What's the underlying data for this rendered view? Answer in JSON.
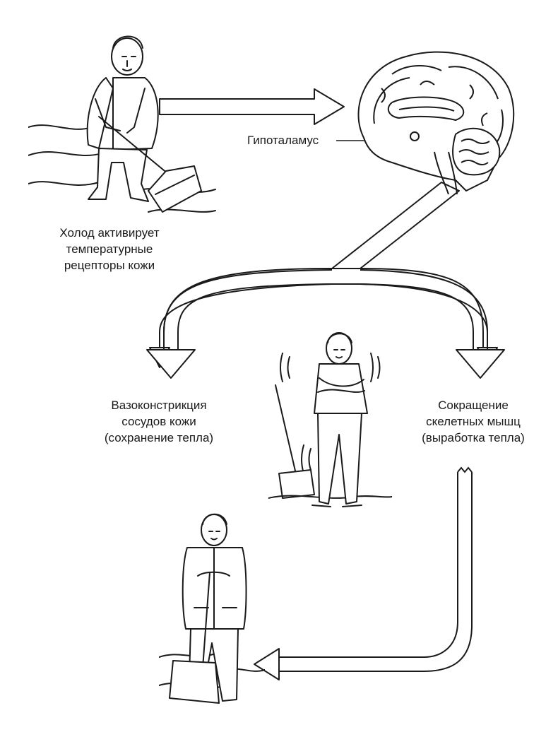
{
  "labels": {
    "cold_caption": [
      "Холод активирует",
      "температурные",
      "рецепторы кожи"
    ],
    "hypothalamus": "Гипоталамус",
    "vasoconstriction": [
      "Вазоконстрикция",
      "сосудов кожи",
      "(сохранение тепла)"
    ],
    "contraction": [
      "Сокращение",
      "скелетных мышц",
      "(выработка тепла)"
    ]
  },
  "figures": [
    {
      "name": "man-shoveling-snow",
      "icon": "person-shoveling-icon"
    },
    {
      "name": "brain",
      "icon": "brain-icon"
    },
    {
      "name": "man-shivering",
      "icon": "person-shivering-icon"
    },
    {
      "name": "man-resting-on-shovel",
      "icon": "person-with-shovel-icon"
    }
  ],
  "colors": {
    "ink": "#1a1a1a",
    "paper": "#ffffff"
  }
}
